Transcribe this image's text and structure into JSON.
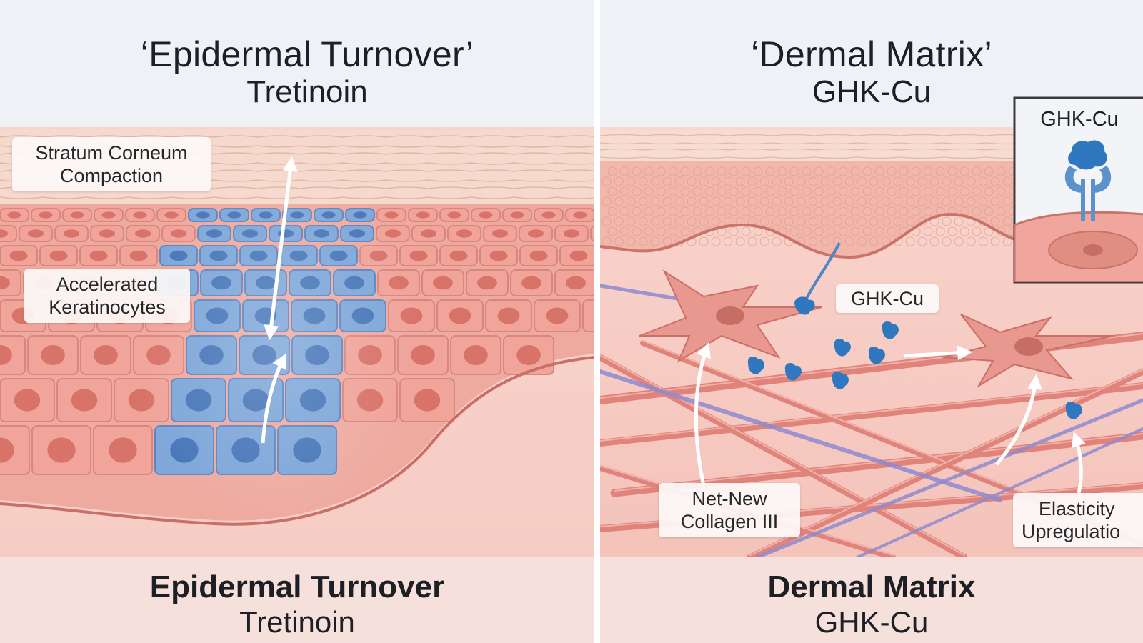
{
  "left_panel": {
    "top_title": "‘Epidermal Turnover’",
    "top_subtitle": "Tretinoin",
    "label_stratum_line1": "Stratum Corneum",
    "label_stratum_line2": "Compaction",
    "label_kerat_line1": "Accelerated",
    "label_kerat_line2": "Keratinocytes",
    "bottom_title": "Epidermal Turnover",
    "bottom_subtitle": "Tretinoin"
  },
  "right_panel": {
    "top_title": "‘Dermal Matrix’",
    "top_subtitle": "GHK-Cu",
    "inset_label": "GHK-Cu",
    "label_ghk": "GHK-Cu",
    "label_collagen_line1": "Net-New",
    "label_collagen_line2": "Collagen III",
    "label_elastic_line1": "Elasticity",
    "label_elastic_line2": "Upregulatio",
    "bottom_title": "Dermal Matrix",
    "bottom_subtitle": "GHK-Cu"
  },
  "colors": {
    "background": "#eef2f6",
    "epidermis_cell": "#f0a49a",
    "accelerated_cell": "#7fa7d9",
    "dermis": "#f7d0c8",
    "collagen_fiber": "#e0837a",
    "elastin_fiber": "#8d8ad0",
    "peptide": "#2f78c0"
  }
}
